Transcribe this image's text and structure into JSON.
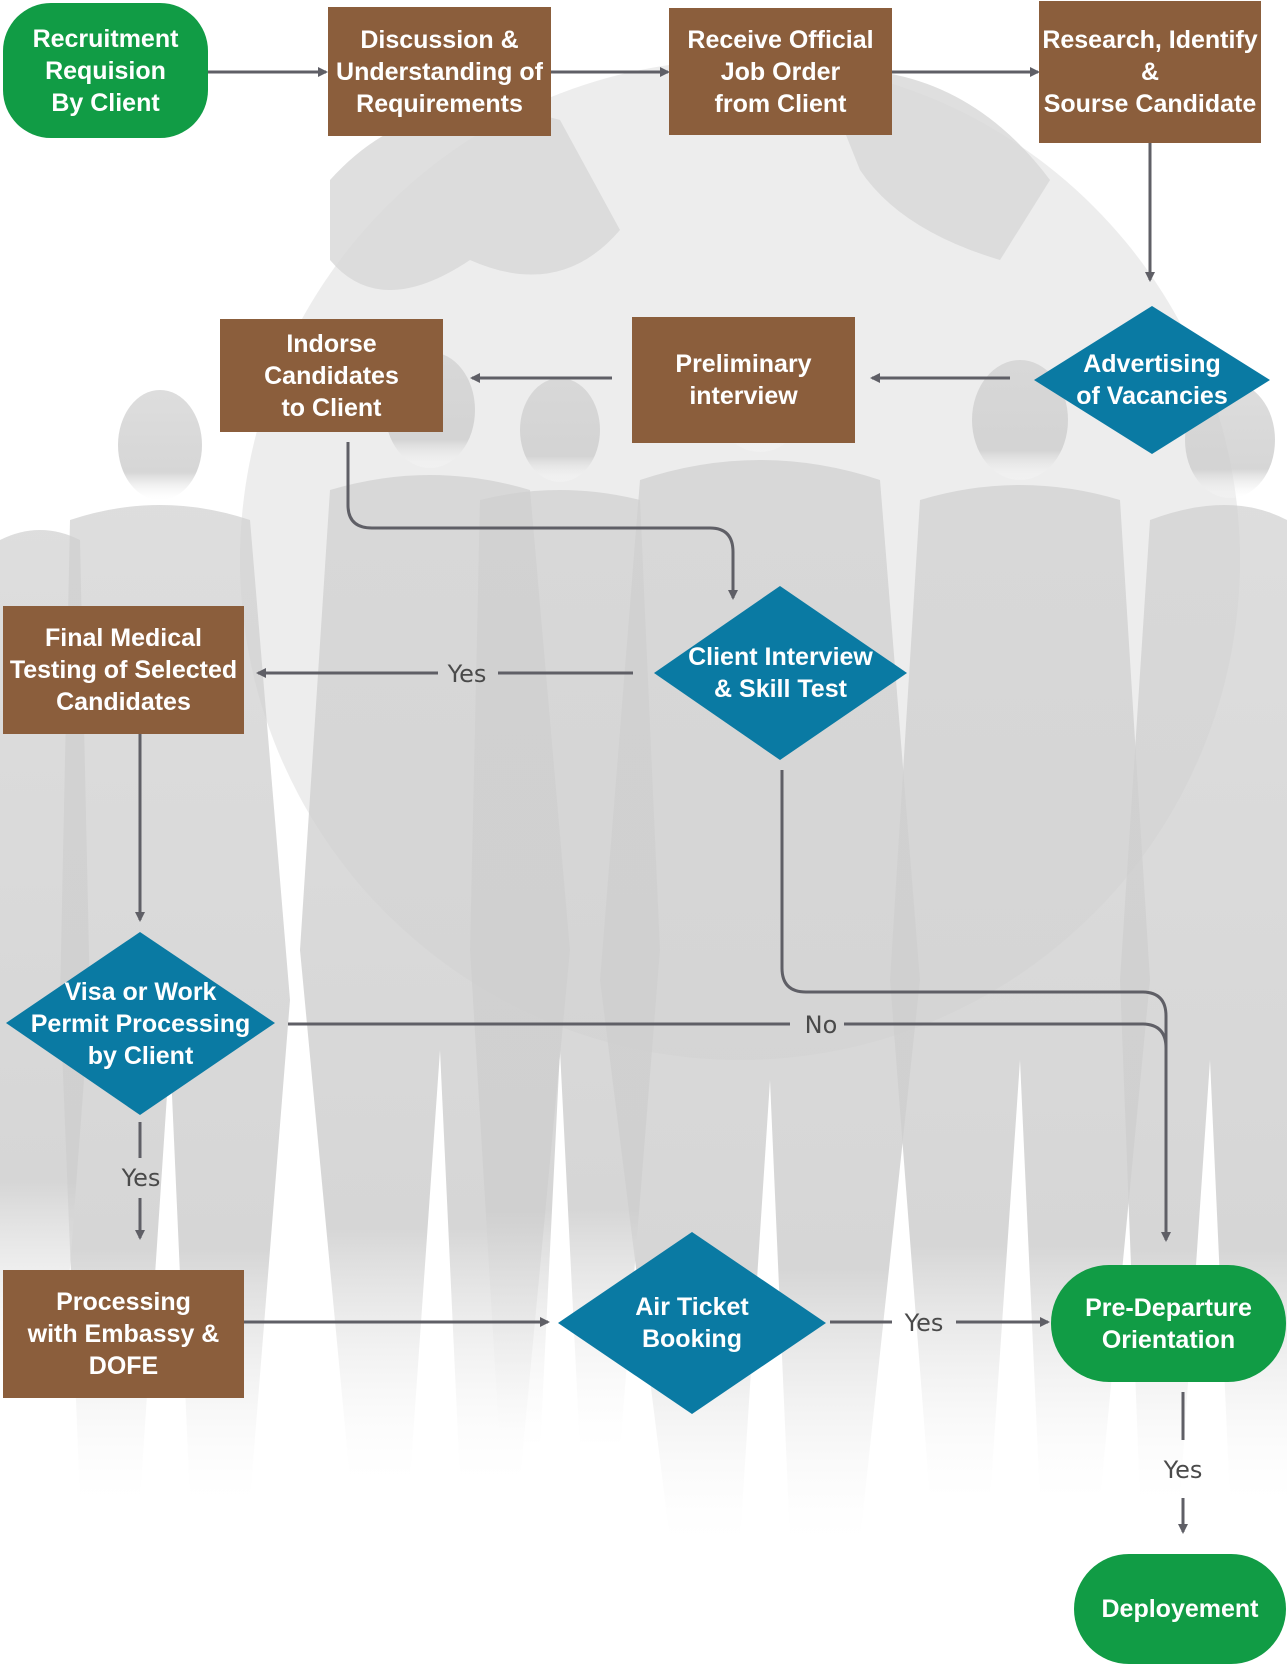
{
  "nodes": {
    "recruitment": "Recruitment\nRequision\nBy Client",
    "discussion": "Discussion &\nUnderstanding of\nRequirements",
    "receive_order": "Receive Official\nJob Order\nfrom Client",
    "research": "Research, Identify\n&\nSourse Candidate",
    "advertising": "Advertising\nof Vacancies",
    "preliminary": "Preliminary\ninterview",
    "indorse": "Indorse\nCandidates\nto Client",
    "client_interview": "Client Interview\n& Skill Test",
    "final_medical": "Final Medical\nTesting of Selected\nCandidates",
    "visa": "Visa or Work\nPermit Processing\nby Client",
    "embassy": "Processing\nwith Embassy &\nDOFE",
    "air_ticket": "Air Ticket\nBooking",
    "pre_departure": "Pre-Departure\nOrientation",
    "deployment": "Deployement"
  },
  "edge_labels": {
    "interview_yes": "Yes",
    "visa_no": "No",
    "visa_yes": "Yes",
    "ticket_yes": "Yes",
    "predeparture_yes": "Yes"
  },
  "colors": {
    "process": "#8b5e3c",
    "terminal": "#119c45",
    "decision": "#0a7aa3",
    "connector": "#5f5f66",
    "silhouette": "#d9d9d9"
  }
}
